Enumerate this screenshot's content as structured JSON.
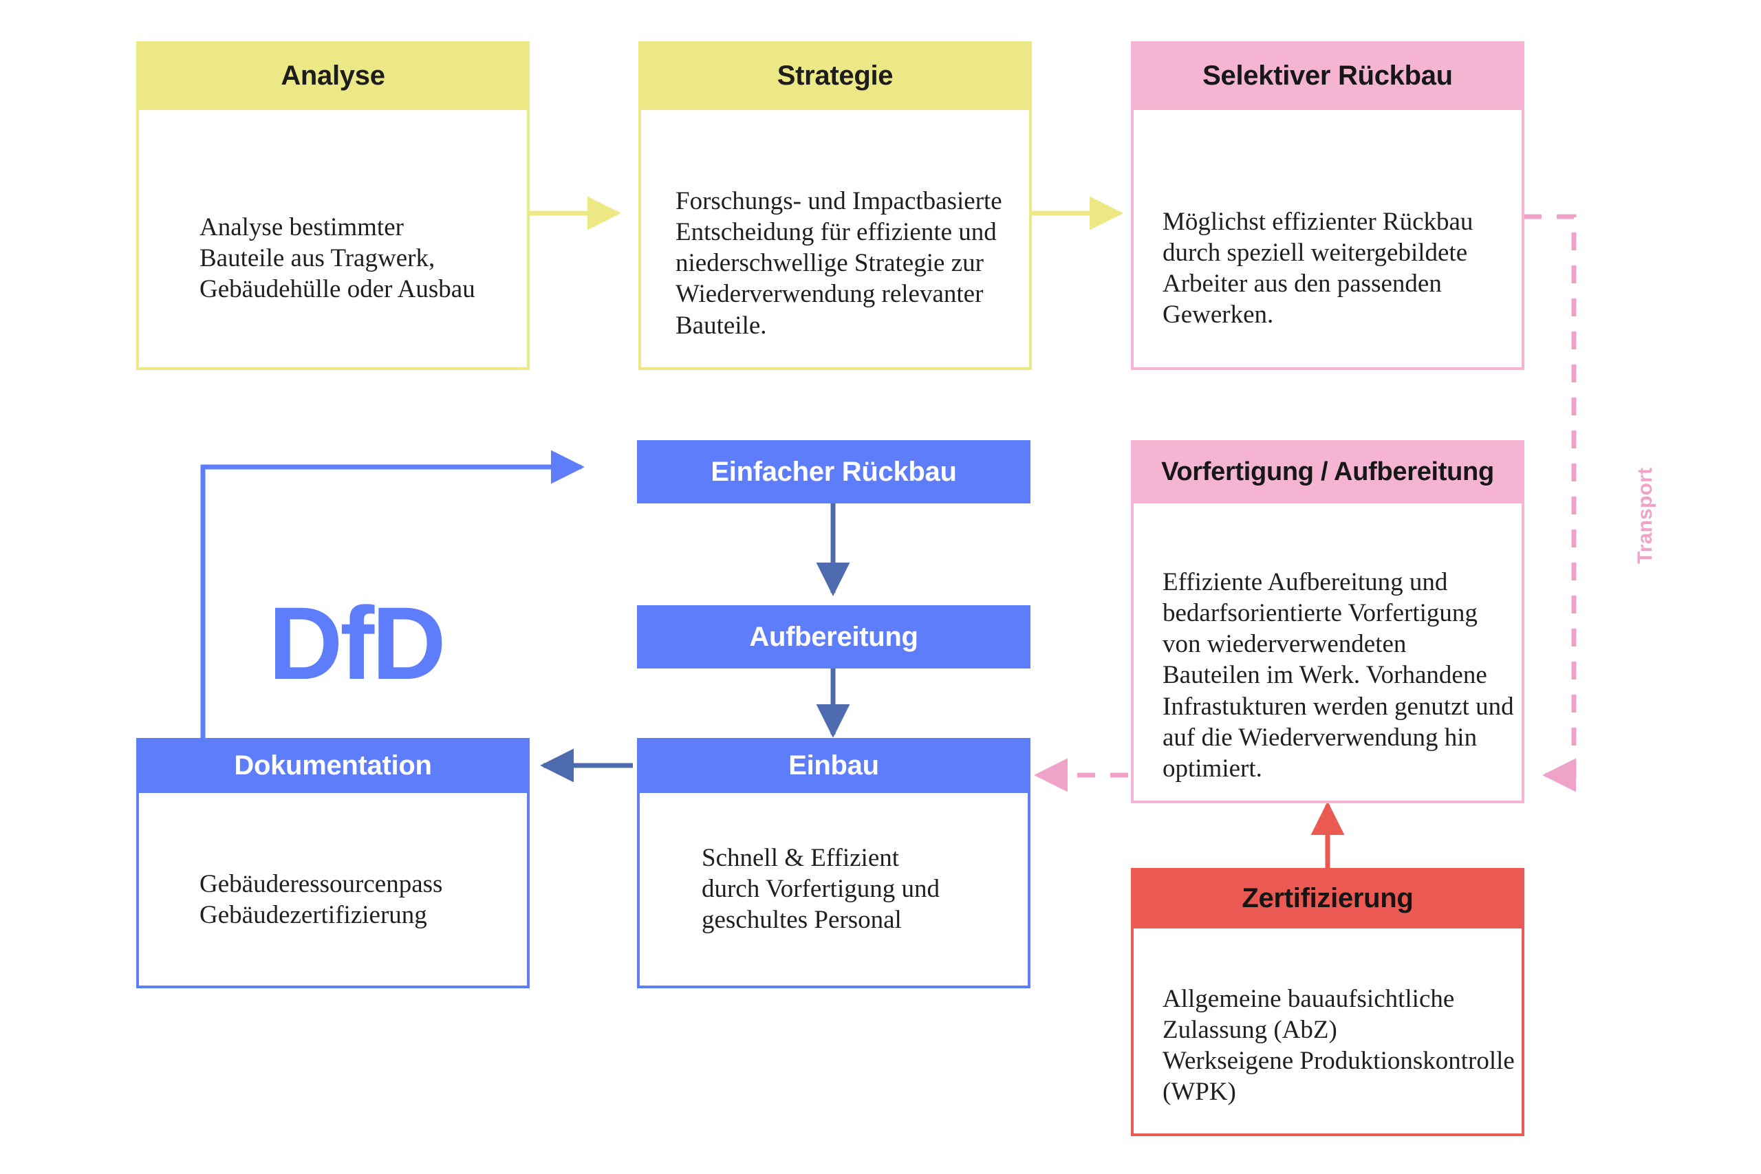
{
  "diagram": {
    "title_wordmark": "DfD",
    "transport_label": "Transport",
    "colors": {
      "yellow": "#ece886",
      "pink": "#f6b4d3",
      "pink_light": "#f0a3c8",
      "red": "#ea5a52",
      "blue": "#5e7dfa",
      "arrow_blue_dark": "#4e6bb0",
      "text_dark": "#201f1d",
      "background": "#ffffff"
    },
    "nodes": [
      {
        "id": "analyse",
        "title": "Analyse",
        "body": "Analyse bestimmter\nBauteile aus Tragwerk,\nGebäudehülle oder Ausbau",
        "color": "yellow"
      },
      {
        "id": "strategie",
        "title": "Strategie",
        "body": "Forschungs- und Impactbasierte\nEntscheidung für effiziente und\nniederschwellige Strategie zur\nWiederverwendung relevanter\nBauteile.",
        "color": "yellow"
      },
      {
        "id": "selektiver-rueckbau",
        "title": "Selektiver Rückbau",
        "body": "Möglichst effizienter Rückbau\ndurch speziell weitergebildete\nArbeiter aus den passenden\nGewerken.",
        "color": "pink"
      },
      {
        "id": "einfacher-rueckbau",
        "title": "Einfacher Rückbau",
        "body": "",
        "color": "blue"
      },
      {
        "id": "aufbereitung",
        "title": "Aufbereitung",
        "body": "",
        "color": "blue"
      },
      {
        "id": "vorfertigung-aufbereitung",
        "title": "Vorfertigung / Aufbereitung",
        "body": "Effiziente Aufbereitung und\nbedarfsorientierte Vorfertigung\nvon wiederverwendeten\nBauteilen im Werk. Vorhandene\nInfrastukturen werden genutzt und\nauf die Wiederverwendung hin\noptimiert.",
        "color": "pink"
      },
      {
        "id": "dokumentation",
        "title": "Dokumentation",
        "body": "Gebäuderessourcenpass\nGebäudezertifizierung",
        "color": "blue"
      },
      {
        "id": "einbau",
        "title": "Einbau",
        "body": "Schnell & Effizient\ndurch Vorfertigung und\ngeschultes Personal",
        "color": "blue"
      },
      {
        "id": "zertifizierung",
        "title": "Zertifizierung",
        "body": "Allgemeine bauaufsichtliche\nZulassung (AbZ)\nWerkseigene Produktionskontrolle\n(WPK)",
        "color": "red"
      }
    ],
    "edges": [
      {
        "from": "analyse",
        "to": "strategie",
        "style": "solid",
        "color": "#ece886"
      },
      {
        "from": "strategie",
        "to": "selektiver-rueckbau",
        "style": "solid",
        "color": "#ece886"
      },
      {
        "from": "selektiver-rueckbau",
        "to": "vorfertigung-aufbereitung",
        "style": "dashed",
        "color": "#f0a3c8",
        "label": "Transport"
      },
      {
        "from": "vorfertigung-aufbereitung",
        "to": "einbau",
        "style": "dashed",
        "color": "#f0a3c8"
      },
      {
        "from": "einfacher-rueckbau",
        "to": "aufbereitung",
        "style": "solid",
        "color": "#4e6bb0"
      },
      {
        "from": "aufbereitung",
        "to": "einbau",
        "style": "solid",
        "color": "#4e6bb0"
      },
      {
        "from": "einbau",
        "to": "dokumentation",
        "style": "solid",
        "color": "#4e6bb0"
      },
      {
        "from": "dokumentation",
        "to": "einfacher-rueckbau",
        "style": "solid",
        "color": "#5e7dfa"
      },
      {
        "from": "zertifizierung",
        "to": "vorfertigung-aufbereitung",
        "style": "solid",
        "color": "#ea5a52"
      }
    ]
  }
}
